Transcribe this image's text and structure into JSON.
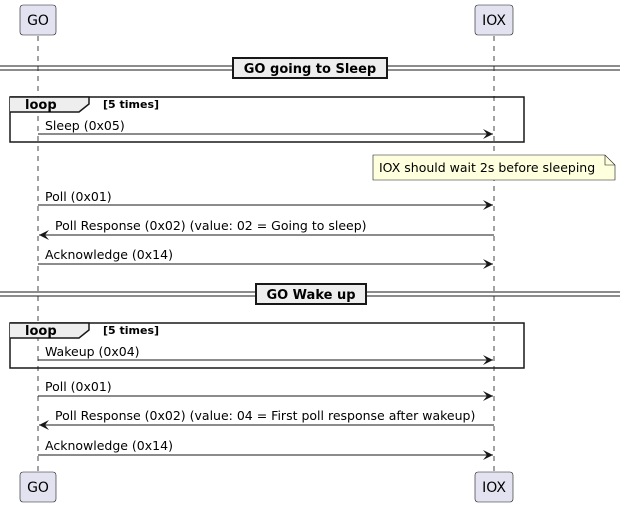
{
  "participants": {
    "go": "GO",
    "iox": "IOX"
  },
  "sections": {
    "sleep": "GO going to Sleep",
    "wake": "GO Wake up"
  },
  "loops": {
    "sleep": {
      "keyword": "loop",
      "condition": "[5 times]"
    },
    "wake": {
      "keyword": "loop",
      "condition": "[5 times]"
    }
  },
  "messages": {
    "sleep": "Sleep (0x05)",
    "poll1": "Poll (0x01)",
    "poll_response1": "Poll Response (0x02) (value: 02 = Going to sleep)",
    "ack1": "Acknowledge (0x14)",
    "wakeup": "Wakeup (0x04)",
    "poll2": "Poll (0x01)",
    "poll_response2": "Poll Response (0x02) (value: 04 = First poll response after wakeup)",
    "ack2": "Acknowledge (0x14)"
  },
  "note": "IOX should wait 2s before sleeping",
  "colors": {
    "participant_fill": "#E2E2F0",
    "participant_stroke": "#181818",
    "note_fill": "#FEFFDD",
    "divider_fill": "#EEEEEE",
    "lifeline": "#181818"
  }
}
